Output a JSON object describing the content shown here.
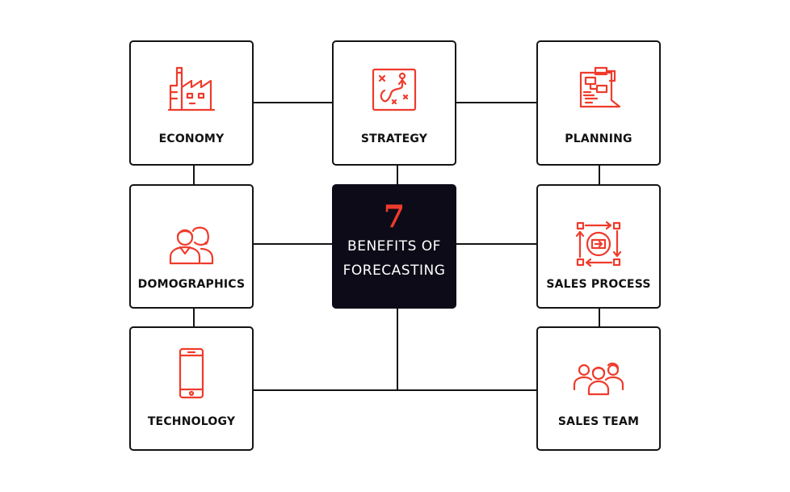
{
  "center": {
    "number": "7",
    "line1": "BENEFITS OF",
    "line2": "FORECASTING"
  },
  "nodes": {
    "economy": {
      "label": "ECONOMY",
      "icon": "factory-icon"
    },
    "strategy": {
      "label": "STRATEGY",
      "icon": "strategy-map-icon"
    },
    "planning": {
      "label": "PLANNING",
      "icon": "planning-board-icon"
    },
    "demographics": {
      "label": "DOMOGRAPHICS",
      "icon": "people-icon"
    },
    "sales_process": {
      "label": "SALES PROCESS",
      "icon": "process-cycle-icon"
    },
    "technology": {
      "label": "TECHNOLOGY",
      "icon": "smartphone-icon"
    },
    "sales_team": {
      "label": "SALES TEAM",
      "icon": "team-icon"
    }
  },
  "colors": {
    "accent": "#ef3b2c",
    "center_bg": "#0d0b17",
    "border": "#141414",
    "text": "#111111"
  }
}
